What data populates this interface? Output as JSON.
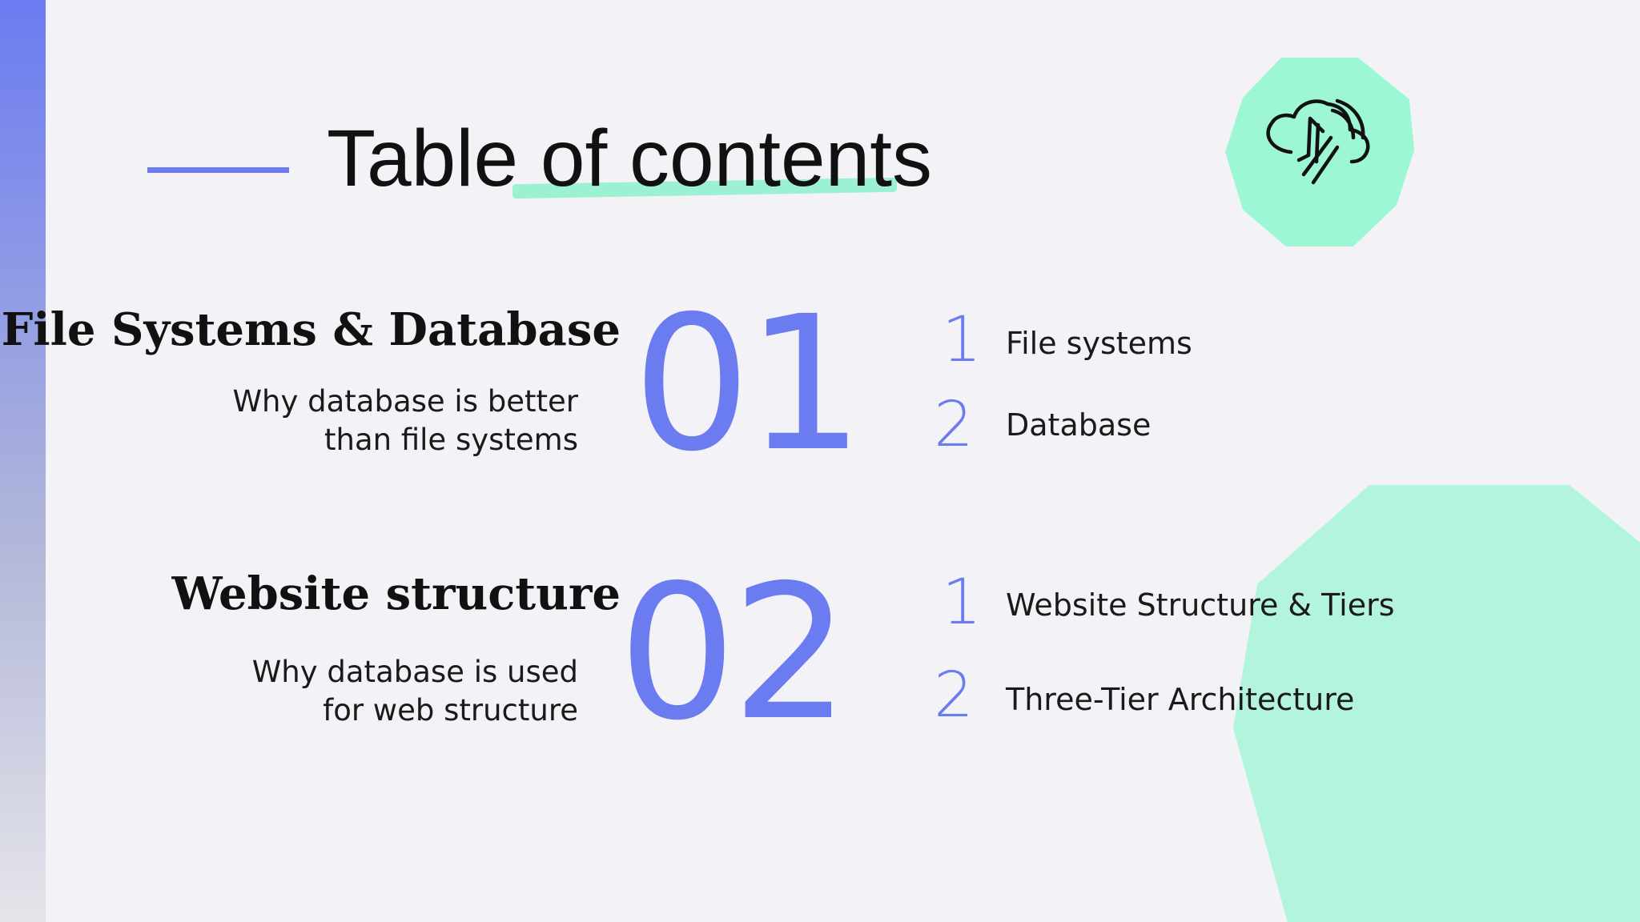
{
  "slide": {
    "title": "Table of contents",
    "accent_color": "#6b7bf0",
    "highlight_color": "#9df1d3",
    "logo_icon": "cloud-upload-icon"
  },
  "sections": [
    {
      "number": "01",
      "title": "File Systems & Database",
      "subtitle_line1": "Why database is better",
      "subtitle_line2": "than file systems",
      "items": [
        {
          "number": "1",
          "label": "File systems"
        },
        {
          "number": "2",
          "label": "Database"
        }
      ]
    },
    {
      "number": "02",
      "title": "Website structure",
      "subtitle_line1": "Why database is used",
      "subtitle_line2": "for web structure",
      "items": [
        {
          "number": "1",
          "label": "Website Structure & Tiers"
        },
        {
          "number": "2",
          "label": "Three-Tier Architecture"
        }
      ]
    }
  ]
}
